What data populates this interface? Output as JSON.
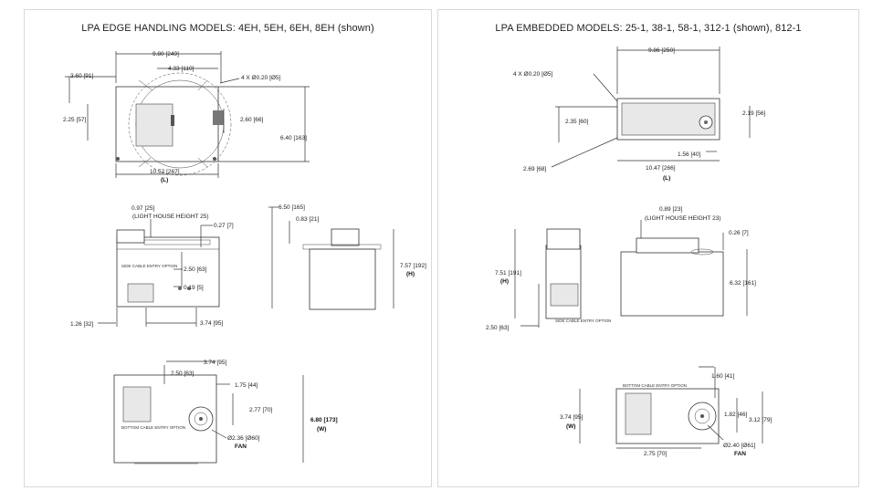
{
  "left": {
    "title": "LPA EDGE HANDLING MODELS: 4EH, 5EH, 6EH, 8EH (shown)",
    "top_view": {
      "d_width": "9.80 [249]",
      "d_center": "4.33 [110]",
      "d_left_top": "3.60 [91]",
      "d_holes": "4 X Ø0.20 [Ø5]",
      "d_left_mid": "2.25 [57]",
      "d_right_mid": "2.60 [66]",
      "d_height": "6.40 [163]",
      "d_length": "10.52 [267]",
      "d_length_label": "(L)"
    },
    "front_view": {
      "d_light": "0.97 [25]",
      "d_light_note": "(LIGHT HOUSE HEIGHT 25)",
      "d_027": "0.27 [7]",
      "side_cable": "SIDE CABLE ENTRY OPTION",
      "d_250": "2.50 [63]",
      "d_019": "0.19 [5]",
      "d_126": "1.26 [32]",
      "d_374": "3.74 [95]"
    },
    "side_view": {
      "d_650": "6.50 [165]",
      "d_083": "0.83 [21]",
      "d_757": "7.57 [192]",
      "d_757_label": "(H)"
    },
    "bottom_view": {
      "d_374": "3.74 [95]",
      "d_250": "2.50 [63]",
      "d_175": "1.75 [44]",
      "d_277": "2.77 [70]",
      "d_680": "6.80 [173]",
      "d_680_label": "(W)",
      "bottom_cable": "BOTTOM CABLE ENTRY OPTION",
      "d_fan": "Ø2.36 [Ø60]",
      "fan_label": "FAN"
    }
  },
  "right": {
    "title": "LPA EMBEDDED MODELS: 25-1, 38-1, 58-1, 312-1 (shown), 812-1",
    "top_view": {
      "d_width": "9.86 [250]",
      "d_holes": "4 X Ø0.20 [Ø5]",
      "d_235": "2.35 [60]",
      "d_219": "2.19 [56]",
      "d_156": "1.56 [40]",
      "d_269": "2.69 [68]",
      "d_length": "10.47 [266]",
      "d_length_label": "(L)"
    },
    "front_view": {
      "d_light": "0.89 [23]",
      "d_light_note": "(LIGHT HOUSE HEIGHT 23)",
      "d_026": "0.26 [7]",
      "d_751": "7.51 [191]",
      "d_751_label": "(H)",
      "d_632": "6.32 [161]",
      "d_250": "2.50 [63]",
      "side_cable": "SIDE CABLE ENTRY OPTION"
    },
    "bottom_view": {
      "bottom_cable": "BOTTOM CABLE ENTRY OPTION",
      "d_160": "1.60 [41]",
      "d_374": "3.74 [95]",
      "d_374_label": "(W)",
      "d_182": "1.82 [46]",
      "d_312": "3.12 [79]",
      "d_fan": "Ø2.40 [Ø61]",
      "fan_label": "FAN",
      "d_275": "2.75 [70]"
    }
  }
}
